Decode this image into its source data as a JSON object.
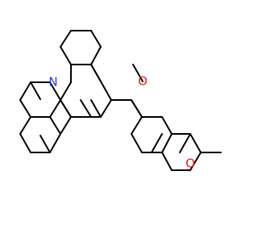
{
  "molecule": {
    "atoms": {
      "nitrogen": {
        "label": "N",
        "color": "#2b3bd6"
      },
      "carbonyl_oxygen": {
        "label": "O",
        "color": "#e0231b"
      },
      "methoxy_oxygen": {
        "label": "O",
        "color": "#e0231b"
      }
    }
  }
}
